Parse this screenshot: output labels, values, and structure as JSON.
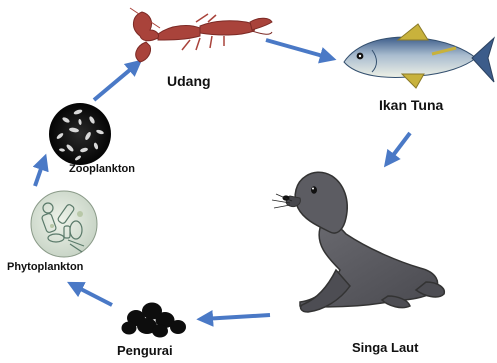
{
  "organisms": {
    "udang": "Udang",
    "ikan_tuna": "Ikan Tuna",
    "singa_laut": "Singa Laut",
    "pengurai": "Pengurai",
    "phytoplankton": "Phytoplankton",
    "zooplankton": "Zooplankton"
  },
  "colors": {
    "arrow": "#4a79c6",
    "lobster": "#a9433b",
    "seal": "#55555b",
    "decomposer": "#0d0d0d"
  },
  "icons": [
    "lobster-icon",
    "tuna-fish-icon",
    "sea-lion-icon",
    "decomposer-icon",
    "phytoplankton-icon",
    "zooplankton-icon"
  ]
}
